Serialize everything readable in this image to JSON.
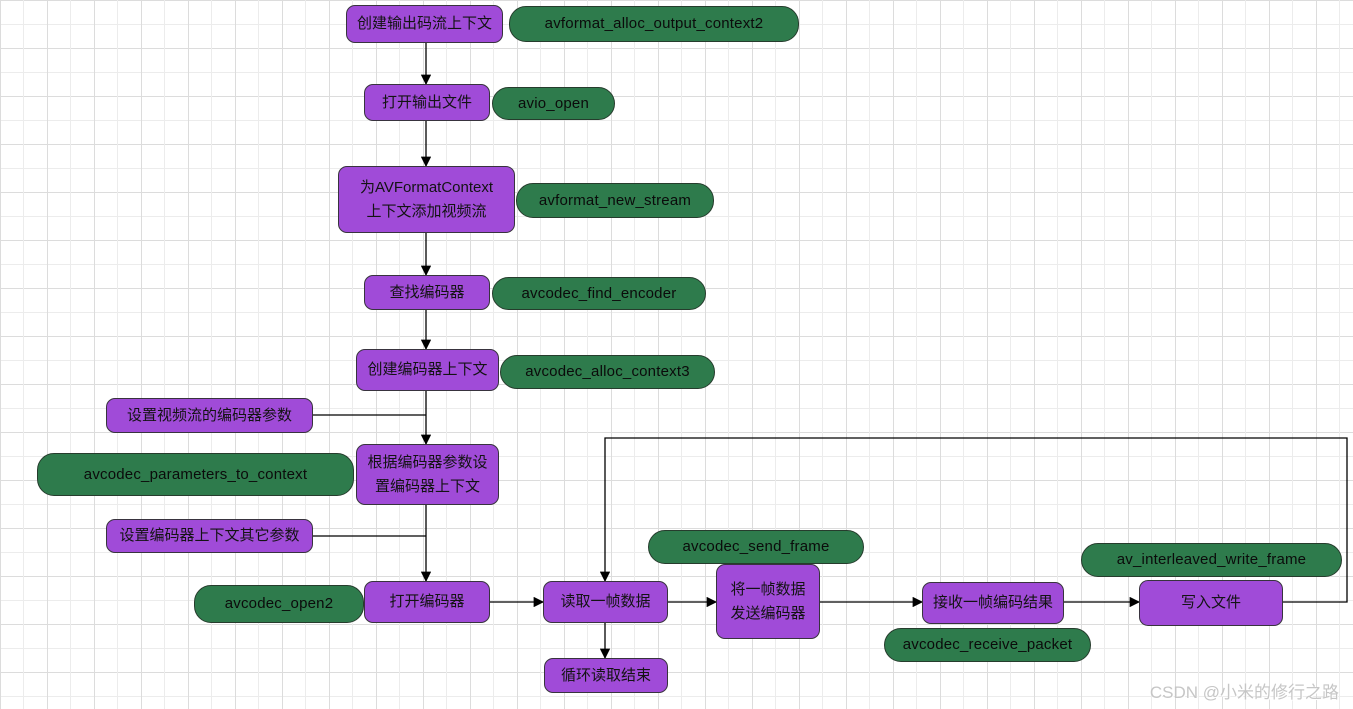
{
  "colors": {
    "step_fill": "#a04bd8",
    "api_fill": "#2e7b4c",
    "wire": "#000000",
    "grid_line": "#dcdcdc"
  },
  "steps": {
    "create_output_context": "创建输出码流上下文",
    "open_output_file": "打开输出文件",
    "add_video_stream": "为AVFormatContext\n上下文添加视频流",
    "find_encoder": "查找编码器",
    "create_encoder_context": "创建编码器上下文",
    "set_stream_encoder_params": "设置视频流的编码器参数",
    "setup_context_from_params": "根据编码器参数设\n置编码器上下文",
    "set_other_context_params": "设置编码器上下文其它参数",
    "open_encoder": "打开编码器",
    "read_one_frame": "读取一帧数据",
    "loop_read_end": "循环读取结束",
    "send_frame_to_encoder": "将一帧数据\n发送编码器",
    "receive_encoded_result": "接收一帧编码结果",
    "write_to_file": "写入文件"
  },
  "apis": {
    "avformat_alloc_output_context2": "avformat_alloc_output_context2",
    "avio_open": "avio_open",
    "avformat_new_stream": "avformat_new_stream",
    "avcodec_find_encoder": "avcodec_find_encoder",
    "avcodec_alloc_context3": "avcodec_alloc_context3",
    "avcodec_parameters_to_context": "avcodec_parameters_to_context",
    "avcodec_open2": "avcodec_open2",
    "avcodec_send_frame": "avcodec_send_frame",
    "avcodec_receive_packet": "avcodec_receive_packet",
    "av_interleaved_write_frame": "av_interleaved_write_frame"
  },
  "watermark": "CSDN @小米的修行之路"
}
